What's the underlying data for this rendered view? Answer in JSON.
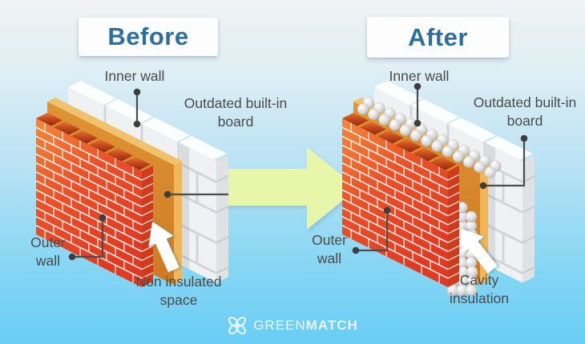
{
  "palette": {
    "background_top": "#f1f2f3",
    "background_bottom": "#69cdf4",
    "title_text": "#2c6f9e",
    "label_text": "#4a4a4a",
    "leader_line": "#4c4c4c",
    "brick_red": "#e6472a",
    "brick_top_dark": "#8e2a12",
    "board_orange": "#d6872c",
    "board_edge_light": "#efb75a",
    "inner_wall_face": "#eff1f2",
    "insulation_bead_gray": "#d9d9d9",
    "pointer_arrow_white": "#ffffff",
    "transition_arrow_green": "#e7f6a9",
    "logo_white": "#e6f5fc"
  },
  "panels": {
    "before": {
      "title": "Before",
      "labels": {
        "inner_wall": "Inner wall",
        "board": "Outdated built-in board",
        "outer_wall": "Outer wall",
        "cavity": "Non insulated space"
      }
    },
    "after": {
      "title": "After",
      "labels": {
        "inner_wall": "Inner wall",
        "board": "Outdated built-in board",
        "outer_wall": "Outer wall",
        "cavity": "Cavity insulation"
      }
    }
  },
  "footer": {
    "brand_green": "GREEN",
    "brand_match": "MATCH"
  }
}
